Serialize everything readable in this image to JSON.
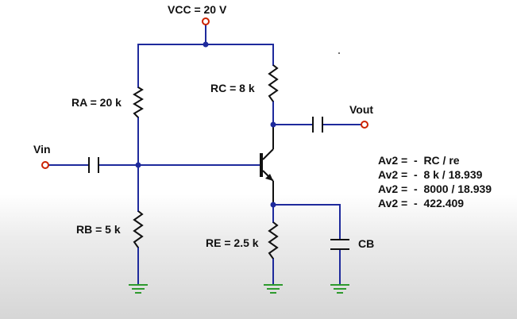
{
  "labels": {
    "vcc": "VCC = 20 V",
    "ra": "RA = 20 k",
    "rb": "RB = 5 k",
    "rc": "RC = 8 k",
    "re": "RE = 2.5 k",
    "cb": "CB",
    "vin": "Vin",
    "vout": "Vout"
  },
  "equations": [
    "Av2 =  -  RC / re",
    "Av2 =  -  8 k / 18.939",
    "Av2 =  -  8000 / 18.939",
    "Av2 =  -  422.409"
  ],
  "colors": {
    "wire": "#1e2a9c",
    "component": "#111111",
    "terminal": "#cc2200",
    "ground": "#2e9a2e"
  }
}
